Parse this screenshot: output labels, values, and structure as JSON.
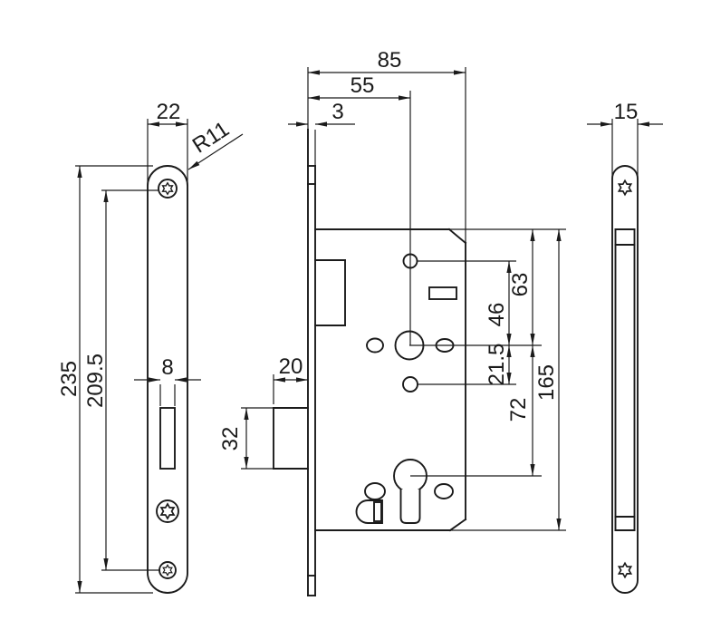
{
  "drawing": {
    "type": "mortise-lock dimensional drawing, three views",
    "line_color": "#1b1b1b",
    "background": "#ffffff"
  },
  "dimensions": {
    "faceplate_width": "22",
    "end_radius": "R11",
    "faceplate_height": "235",
    "screw_hole_spacing": "209.5",
    "latch_slot_width": "8",
    "case_depth": "85",
    "backset": "55",
    "faceplate_thickness": "3",
    "latchbolt_projection": "20",
    "latchbolt_height": "32",
    "top_hole_to_hub": "46",
    "case_top_to_hub": "63",
    "hub_to_lower_hole": "21.5",
    "case_height": "165",
    "hub_to_cylinder": "72",
    "side_plate_width": "15"
  }
}
